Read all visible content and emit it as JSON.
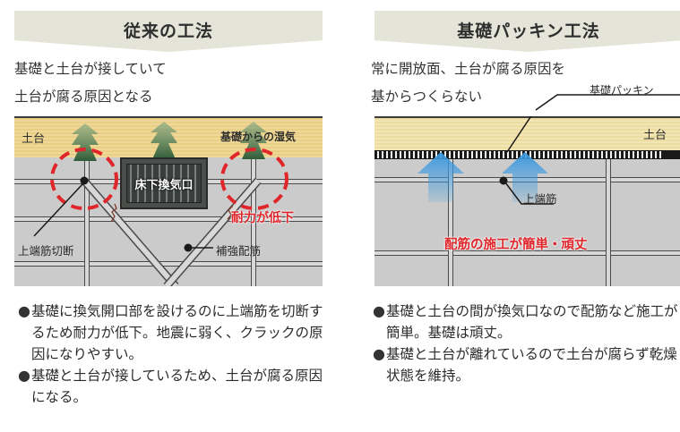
{
  "left": {
    "title": "従来の工法",
    "lead": [
      "基礎と土台が接していて",
      "土台が腐る原因となる"
    ],
    "diagram": {
      "sill_label": "土台",
      "moisture_label": "基礎からの湿気",
      "vent_label": "床下換気口",
      "cut_rebar_label": "上端筋切断",
      "reinforcement_label": "補強配筋",
      "strength_drop_label": "耐力が低下"
    },
    "bullets": [
      {
        "dot": "●",
        "text": "基礎に換気開口部を設けるのに上端筋を切断するため耐力が低下。地震に弱く、クラックの原因になりやすい。"
      },
      {
        "dot": "●",
        "text": "基礎と土台が接しているため、土台が腐る原因になる。"
      }
    ]
  },
  "right": {
    "title": "基礎パッキン工法",
    "lead": [
      "常に開放面、土台が腐る原因を",
      "基からつくらない"
    ],
    "diagram": {
      "packing_label": "基礎パッキン",
      "sill_label": "土台",
      "top_rebar_label": "上端筋",
      "benefit_label": "配筋の施工が簡単・頑丈"
    },
    "bullets": [
      {
        "dot": "●",
        "text": "基礎と土台の間が換気口なので配筋など施工が簡単。基礎は頑丈。"
      },
      {
        "dot": "●",
        "text": "基礎と土台が離れているので土台が腐らず乾燥状態を維持。"
      }
    ]
  },
  "colors": {
    "banner": "#e4e4d8",
    "sill_wood": "#f0d998",
    "concrete": "#cbcbcb",
    "moisture_green": "#3f6b45",
    "alert_red": "#e0262b",
    "airflow_blue": "#3d9ae0"
  }
}
